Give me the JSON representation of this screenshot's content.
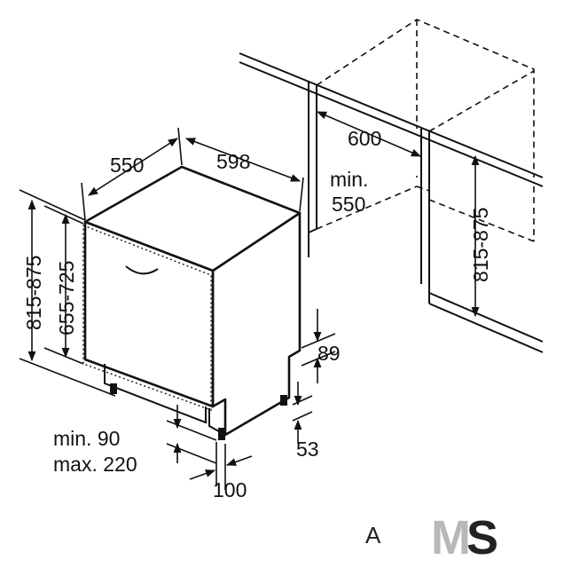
{
  "dimensions": {
    "depth": "550",
    "width": "598",
    "niche_width": "600",
    "niche_min_depth_label": "min.",
    "niche_min_depth_value": "550",
    "niche_height": "815-875",
    "appliance_height": "815-875",
    "door_height": "655-725",
    "plinth_gap": "89",
    "foot_height": "53",
    "plinth_min": "min. 90",
    "plinth_max": "max. 220",
    "foot_setback": "100"
  },
  "logo": {
    "text": "MS",
    "partial_letter": "A",
    "colors": {
      "m": "#b8b8b8",
      "s": "#222222"
    }
  }
}
